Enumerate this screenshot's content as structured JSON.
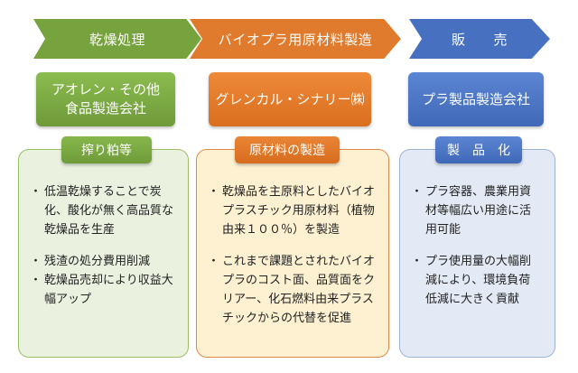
{
  "stages": [
    {
      "arrow": "乾燥処理",
      "company": [
        "アオレン・その他",
        "食品製造会社"
      ],
      "label": "搾り粕等",
      "items": [
        "低温乾燥することで炭化、酸化が無く高品質な乾燥品を生産",
        "残渣の処分費用削減",
        "乾燥品売却により収益大幅アップ"
      ]
    },
    {
      "arrow": "バイオプラ用原材料製造",
      "company": [
        "グレンカル・シナリー㈱"
      ],
      "label": "原材料の製造",
      "items": [
        "乾燥品を主原料としたバイオプラスチック用原材料（植物由来１００％）を製造",
        "これまで課題とされたバイオプラのコスト面、品質面をクリアー、化石燃料由来プラスチックからの代替を促進"
      ]
    },
    {
      "arrow": "販　　売",
      "company": [
        "プラ製品製造会社"
      ],
      "label": "製　品　化",
      "items": [
        "プラ容器、農業用資材等幅広い用途に活用可能",
        "プラ使用量の大幅削減により、環境負荷低減に大きく貢献"
      ]
    }
  ],
  "colors": {
    "green": "#77a33f",
    "orange": "#e07a2c",
    "blue": "#4771c0"
  }
}
